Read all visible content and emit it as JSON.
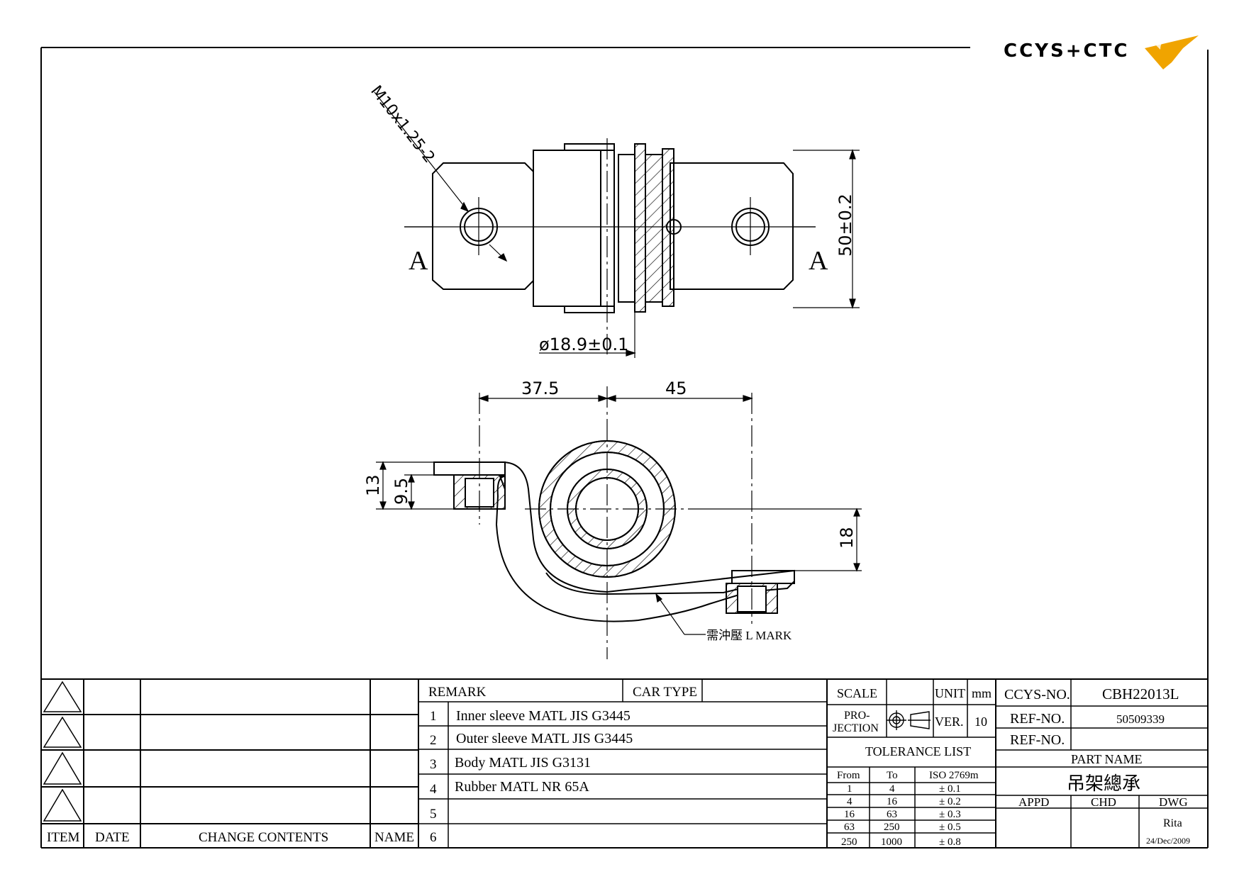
{
  "logo": {
    "text": "CCYS+CTC",
    "accent": "#f0a400"
  },
  "dimensions": {
    "thread": "M10x1.25-2",
    "height": "50±0.2",
    "diameter": "ø18.9±0.1",
    "left_offset": "37.5",
    "right_offset": "45",
    "flange_h": "13",
    "flange_h2": "9.5",
    "right_h": "18"
  },
  "section_labels": {
    "left": "A",
    "right": "A"
  },
  "mark_note": "需沖壓  L MARK",
  "revision_table": {
    "headers": {
      "item": "ITEM",
      "date": "DATE",
      "contents": "CHANGE CONTENTS",
      "name": "NAME"
    }
  },
  "remarks": {
    "remark_label": "REMARK",
    "car_type_label": "CAR TYPE",
    "rows": [
      {
        "no": "1",
        "text": "Inner sleeve MATL JIS G3445"
      },
      {
        "no": "2",
        "text": "Outer sleeve MATL JIS G3445"
      },
      {
        "no": "3",
        "text": "Body MATL JIS G3131"
      },
      {
        "no": "4",
        "text": "Rubber MATL NR 65A"
      },
      {
        "no": "5",
        "text": ""
      },
      {
        "no": "6",
        "text": ""
      }
    ]
  },
  "title_block": {
    "scale_label": "SCALE",
    "unit_label": "UNIT",
    "unit": "mm",
    "projection_label_1": "PRO-",
    "projection_label_2": "JECTION",
    "ver_label": "VER.",
    "ver": "10",
    "tolerance_title": "TOLERANCE LIST",
    "tol_headers": {
      "from": "From",
      "to": "To",
      "iso": "ISO 2769m"
    },
    "tolerances": [
      {
        "from": "1",
        "to": "4",
        "tol": "± 0.1"
      },
      {
        "from": "4",
        "to": "16",
        "tol": "± 0.2"
      },
      {
        "from": "16",
        "to": "63",
        "tol": "± 0.3"
      },
      {
        "from": "63",
        "to": "250",
        "tol": "± 0.5"
      },
      {
        "from": "250",
        "to": "1000",
        "tol": "± 0.8"
      }
    ],
    "ccys_no_label": "CCYS-NO.",
    "ccys_no": "CBH22013L",
    "ref_no_label": "REF-NO.",
    "ref_no": "50509339",
    "ref_no_label_2": "REF-NO.",
    "part_name_label": "PART NAME",
    "part_name": "吊架總承",
    "appd_label": "APPD",
    "chd_label": "CHD",
    "dwg_label": "DWG",
    "drawn_by": "Rita",
    "date": "24/Dec/2009"
  }
}
